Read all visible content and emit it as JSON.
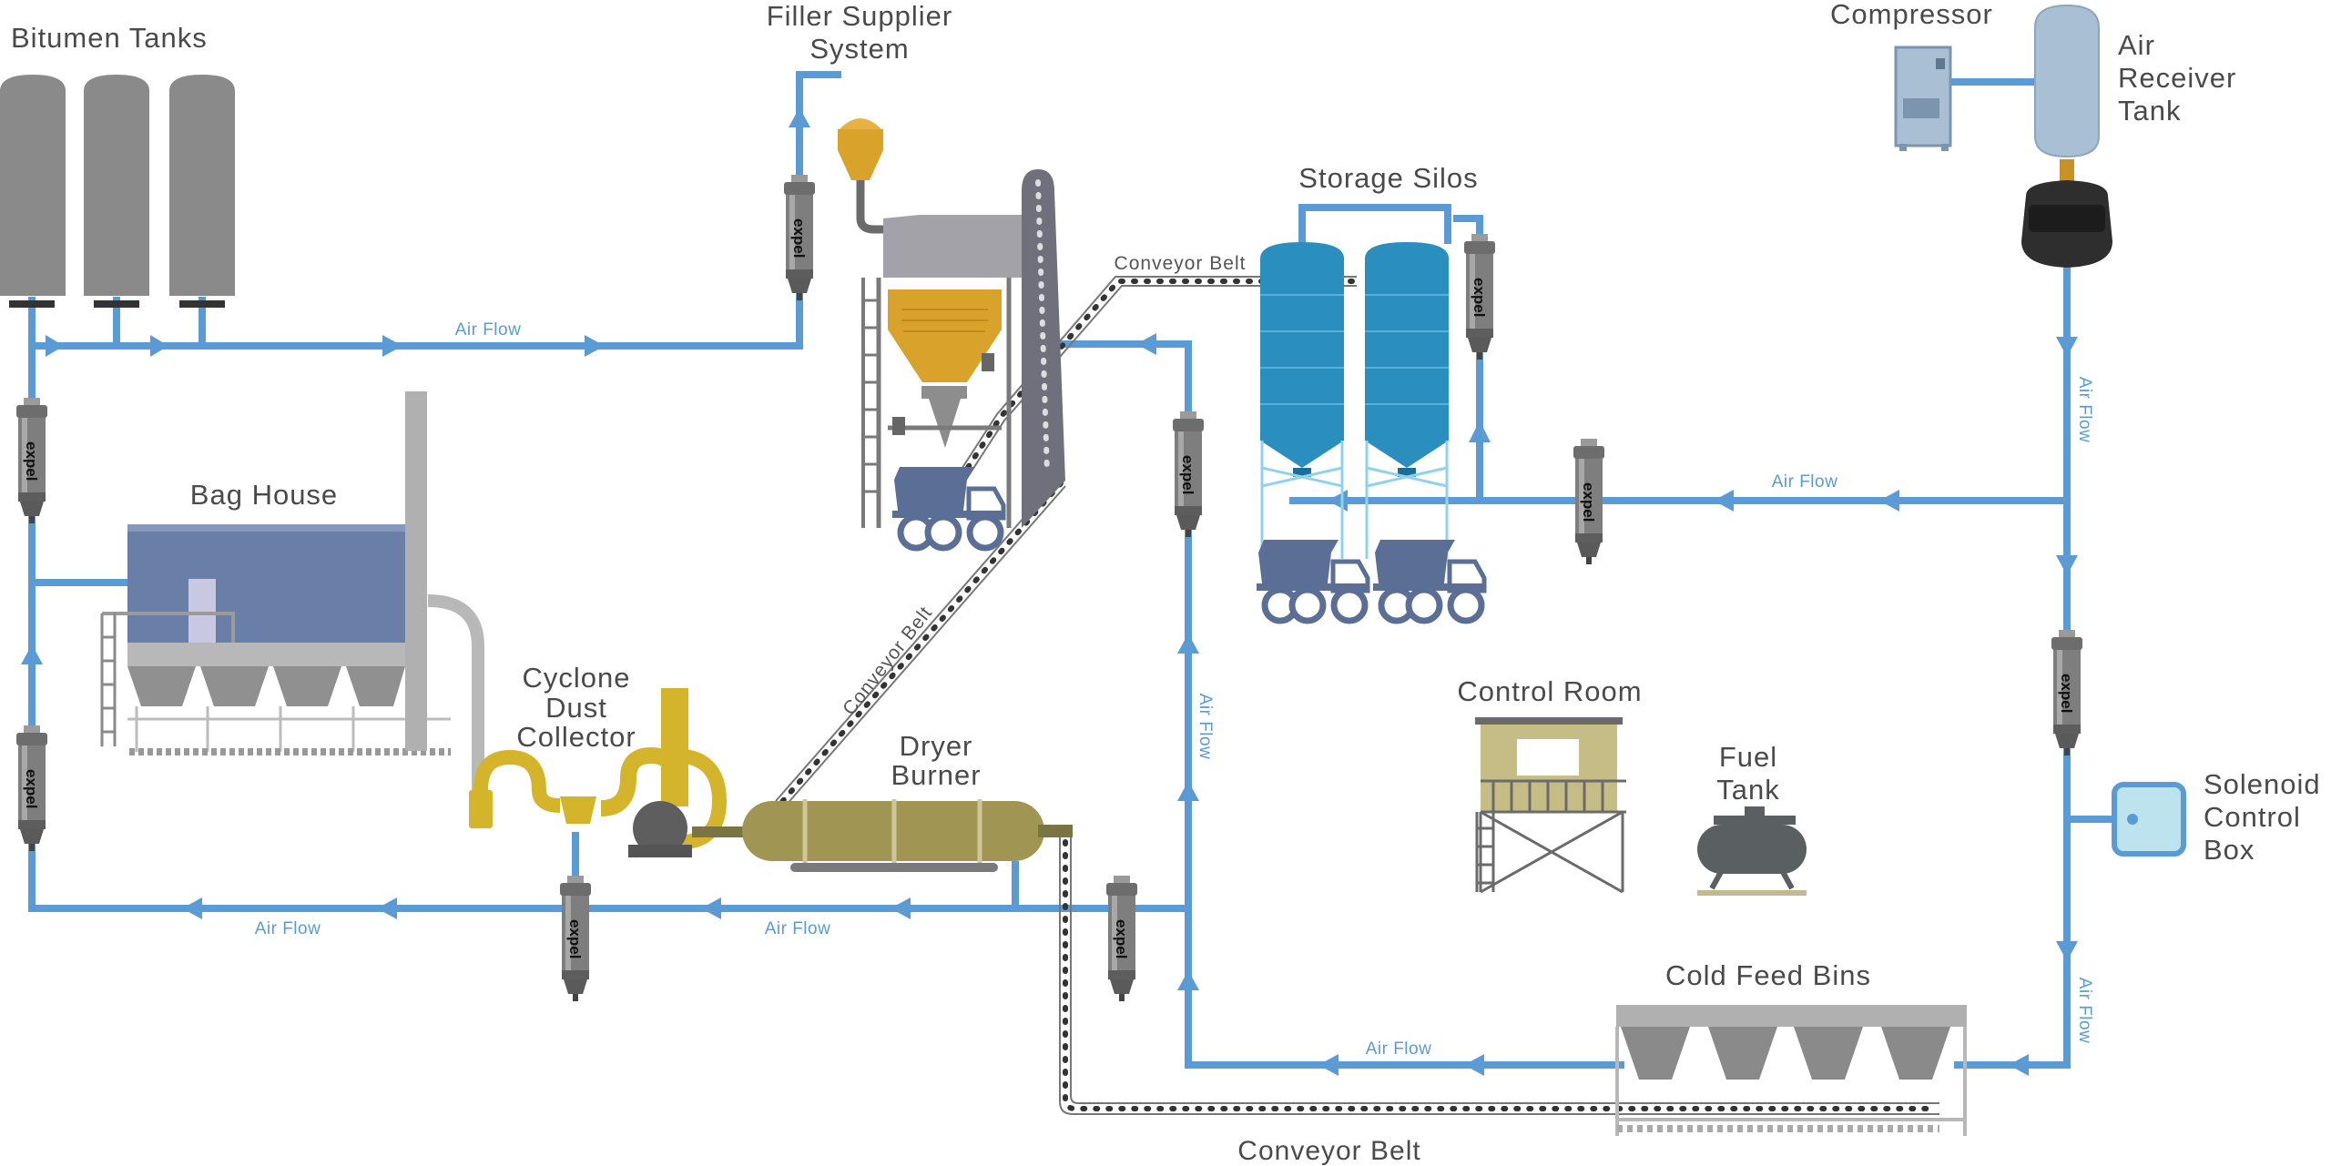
{
  "labels": {
    "bitumen_tanks": "Bitumen Tanks",
    "filler_supplier_1": "Filler Supplier",
    "filler_supplier_2": "System",
    "compressor": "Compressor",
    "air_receiver_1": "Air",
    "air_receiver_2": "Receiver",
    "air_receiver_3": "Tank",
    "storage_silos": "Storage Silos",
    "bag_house": "Bag House",
    "cyclone_1": "Cyclone",
    "cyclone_2": "Dust",
    "cyclone_3": "Collector",
    "dryer_1": "Dryer",
    "dryer_2": "Burner",
    "control_room": "Control Room",
    "fuel_1": "Fuel",
    "fuel_2": "Tank",
    "solenoid_1": "Solenoid",
    "solenoid_2": "Control",
    "solenoid_3": "Box",
    "cold_feed_bins": "Cold Feed Bins"
  },
  "flow_labels": {
    "air_flow": "Air Flow",
    "conveyor_belt": "Conveyor Belt"
  },
  "brand": "expel",
  "colors": {
    "pipe": "#5b9bd5",
    "tank_gray": "#8a8a8a",
    "silo_blue": "#2a8fbf",
    "filler_gold": "#d9a22a",
    "cyclone_yellow": "#d4b42a",
    "dryer_olive": "#a09552",
    "bag_house_blue": "#6a7fa8",
    "truck_blue": "#5a6e96"
  }
}
